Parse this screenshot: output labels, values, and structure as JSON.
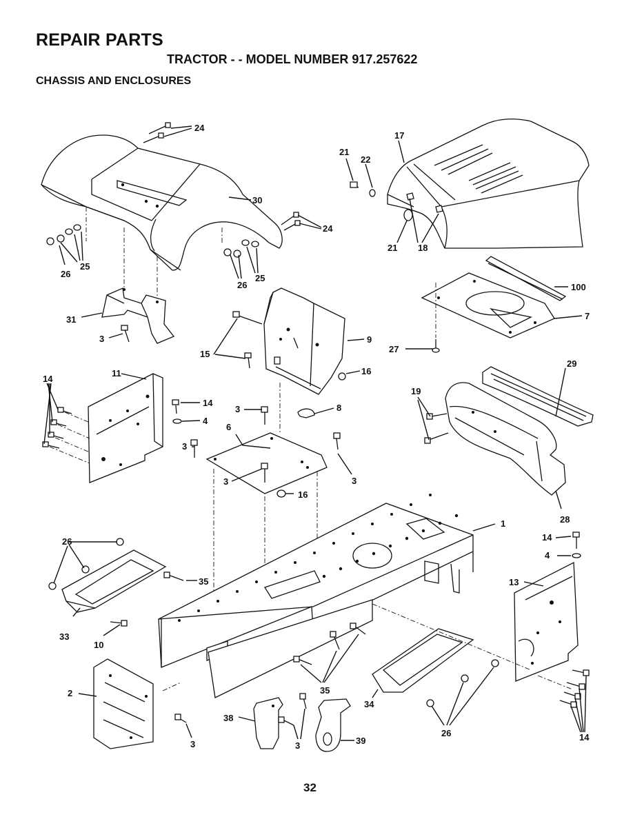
{
  "header": {
    "title": "REPAIR PARTS",
    "subtitle": "TRACTOR - - MODEL NUMBER 917.257622",
    "section": "CHASSIS AND ENCLOSURES"
  },
  "callouts": {
    "c1": "1",
    "c2": "2",
    "c3a": "3",
    "c3b": "3",
    "c3c": "3",
    "c3d": "3",
    "c3e": "3",
    "c3f": "3",
    "c3g": "3",
    "c4a": "4",
    "c4b": "4",
    "c6": "6",
    "c7": "7",
    "c8": "8",
    "c9": "9",
    "c10": "10",
    "c11": "11",
    "c13": "13",
    "c14a": "14",
    "c14b": "14",
    "c14c": "14",
    "c14d": "14",
    "c15": "15",
    "c16a": "16",
    "c16b": "16",
    "c17": "17",
    "c18": "18",
    "c19": "19",
    "c21a": "21",
    "c21b": "21",
    "c22": "22",
    "c24a": "24",
    "c24b": "24",
    "c25a": "25",
    "c25b": "25",
    "c26a": "26",
    "c26b": "26",
    "c26c": "26",
    "c26d": "26",
    "c27": "27",
    "c28": "28",
    "c29": "29",
    "c30": "30",
    "c31": "31",
    "c33": "33",
    "c34": "34",
    "c35a": "35",
    "c35b": "35",
    "c38": "38",
    "c39": "39",
    "c100": "100"
  },
  "footer": {
    "page_number": "32"
  }
}
